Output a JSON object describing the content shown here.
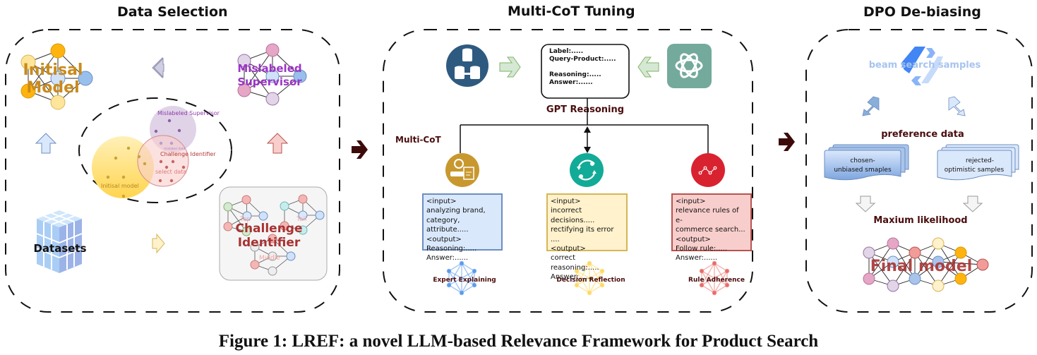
{
  "sections": {
    "data_selection": {
      "title": "Data Selection",
      "initial_model_label": "Initisal\nModel",
      "mislabeled_supervisor_label": "Mislabeled\nSupervisor",
      "datasets_label": "Datasets",
      "challenge_identifier_label": "Challenge\nIdentifier",
      "challenge_sub_labels": [
        "Top",
        "Tail",
        "Middle"
      ],
      "venn": {
        "mislabeled_supervisor": "Mislabeled Supervisor",
        "challenge_identifier": "Challenge Identifier",
        "initial_model": "Initisal model",
        "select_data": "select data",
        "mislabel_data": "mislabel data"
      }
    },
    "multi_cot_tuning": {
      "title": "Multi-CoT Tuning",
      "gpt_box_lines": [
        "Label:.....",
        "Query-Product:.....",
        "",
        "Reasoning:.....",
        "Answer:......"
      ],
      "gpt_reasoning_label": "GPT Reasoning",
      "multi_cot_label": "Multi-CoT",
      "branches": [
        {
          "name": "Expert Explaining",
          "icon": "expert-document-icon",
          "color": "#c8982e",
          "box_fill": "#dae8fc",
          "box_border": "#6c8ebf",
          "box_text": "<input>\nanalyzing brand,\ncategory, attribute.....\n<output>\nReasoning:.....\nAnswer:......",
          "net_color": "#5a9bef"
        },
        {
          "name": "Decision Reflection",
          "icon": "reflection-cycle-icon",
          "color": "#12ab97",
          "box_fill": "#fff2cc",
          "box_border": "#d6b656",
          "box_text": "<input>\nincorrect decisions.....\nrectifying its error ....\n<output>\ncorrect reasoning:.....\nAnswer:......",
          "net_color": "#ffd966"
        },
        {
          "name": "Rule Adherence",
          "icon": "rule-graph-icon",
          "color": "#d9222f",
          "box_fill": "#f8cecc",
          "box_border": "#b85450",
          "box_text": "<input>\nrelevance rules of e-\ncommerce search...\n<output>\nFollow rule:.....\nAnswer:......",
          "net_color": "#ea6b66"
        }
      ]
    },
    "dpo_debiasing": {
      "title": "DPO De-biasing",
      "beam_search_label": "beam search samples",
      "preference_data_label": "preference data",
      "chosen_label": "chosen-\nunbiased smaples",
      "rejected_label": "rejected-\noptimistic samples",
      "max_likelihood_label": "Maxium likelihood",
      "final_model_label": "Final model"
    }
  },
  "caption": "Figure 1: LREF: a novel LLM-based Relevance Framework for Product Search",
  "colors": {
    "dark_arrow": "#3d0a0a",
    "dark_red_text": "#4a0c0c",
    "initial_model_text": "#c98a1c",
    "mislabeled_text": "#9b35c4",
    "challenge_text": "#a83232",
    "database_icon": "#2f5a80",
    "openai_icon": "#74aa9c"
  }
}
